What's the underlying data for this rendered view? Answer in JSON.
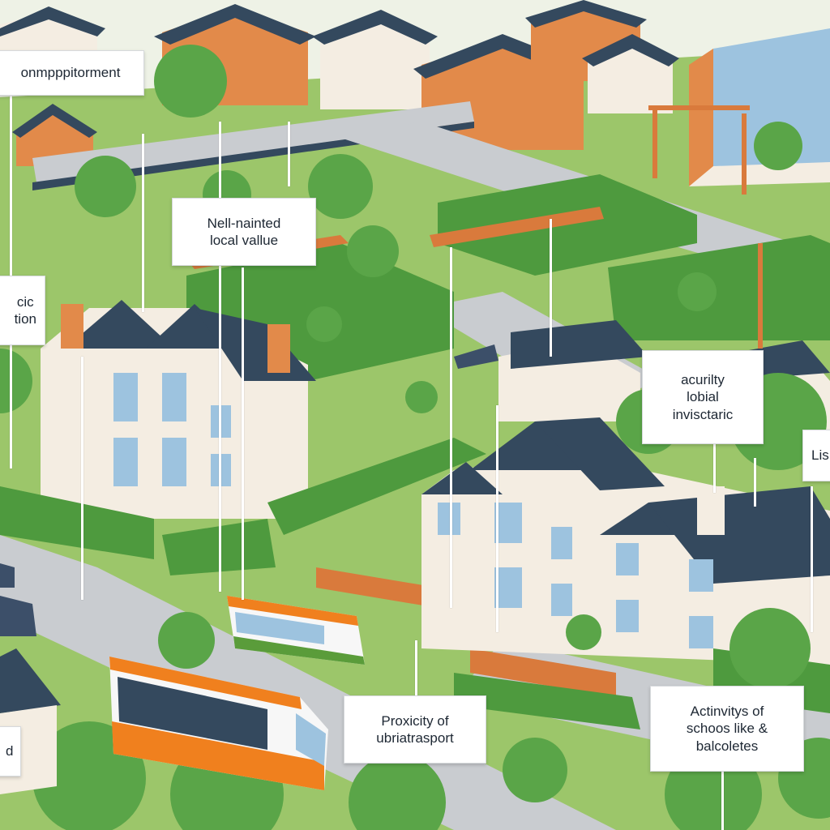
{
  "image": {
    "kind": "illustration",
    "subject": "suburban neighbourhood with labelled callouts",
    "palette": {
      "sky": "#eef2e6",
      "grass": "#9cc66a",
      "hedge": "#4e9a3e",
      "tree": "#5aa548",
      "road": "#c9ccd0",
      "roof": "#34495e",
      "brick": "#e28a4a",
      "wall": "#f4ede2",
      "fence": "#d97a3c",
      "bus_orange": "#f0801e",
      "bus_white": "#f7f7f7",
      "bus_green": "#5a9c3a",
      "glass": "#9dc3df",
      "car": "#3c4f69"
    }
  },
  "callouts": [
    {
      "id": "employment",
      "text": "onmpppitorment"
    },
    {
      "id": "well-maintained",
      "text": "Nell-nainted\nlocal vallue"
    },
    {
      "id": "left-cut",
      "text": "cic\ntion"
    },
    {
      "id": "security",
      "text": "acurilty\nlobial\ninvisctaric"
    },
    {
      "id": "right-cut",
      "text": "Lis"
    },
    {
      "id": "transport",
      "text": "Proxicity of\nubriatrasport"
    },
    {
      "id": "schools",
      "text": "Actinvitys of\nschoos like &\nbalcoletes"
    },
    {
      "id": "bottom-left-cut",
      "text": "d"
    }
  ]
}
